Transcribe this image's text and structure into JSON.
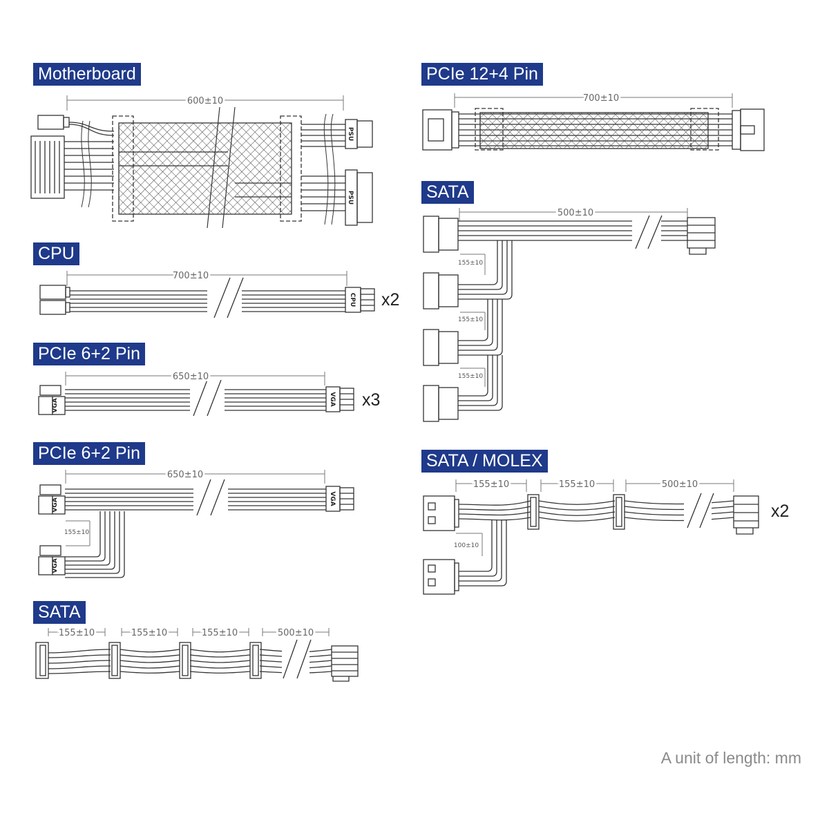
{
  "colors": {
    "title_bg": "#1f3a8a",
    "title_fg": "#ffffff",
    "line": "#333333",
    "dim": "#777777",
    "unit_text": "#8a8a8a"
  },
  "sections": {
    "motherboard": {
      "title": "Motherboard",
      "length": "600±10",
      "labels": [
        "PSU",
        "PSU"
      ]
    },
    "cpu": {
      "title": "CPU",
      "length": "700±10",
      "label": "CPU",
      "multiplier": "x2"
    },
    "pcie_a": {
      "title": "PCIe 6+2 Pin",
      "length": "650±10",
      "label": "VGA",
      "multiplier": "x3"
    },
    "pcie_b": {
      "title": "PCIe 6+2 Pin",
      "length": "650±10",
      "branch": "155±10",
      "label": "VGA"
    },
    "sata_row": {
      "title": "SATA",
      "segments": [
        "155±10",
        "155±10",
        "155±10",
        "500±10"
      ]
    },
    "pcie_12": {
      "title": "PCIe 12+4 Pin",
      "length": "700±10"
    },
    "sata_tree": {
      "title": "SATA",
      "length": "500±10",
      "branches": [
        "155±10",
        "155±10",
        "155±10"
      ]
    },
    "sata_molex": {
      "title": "SATA / MOLEX",
      "segments": [
        "155±10",
        "155±10",
        "500±10"
      ],
      "branch": "100±10",
      "multiplier": "x2"
    }
  },
  "unit_note": "A unit of length: mm"
}
